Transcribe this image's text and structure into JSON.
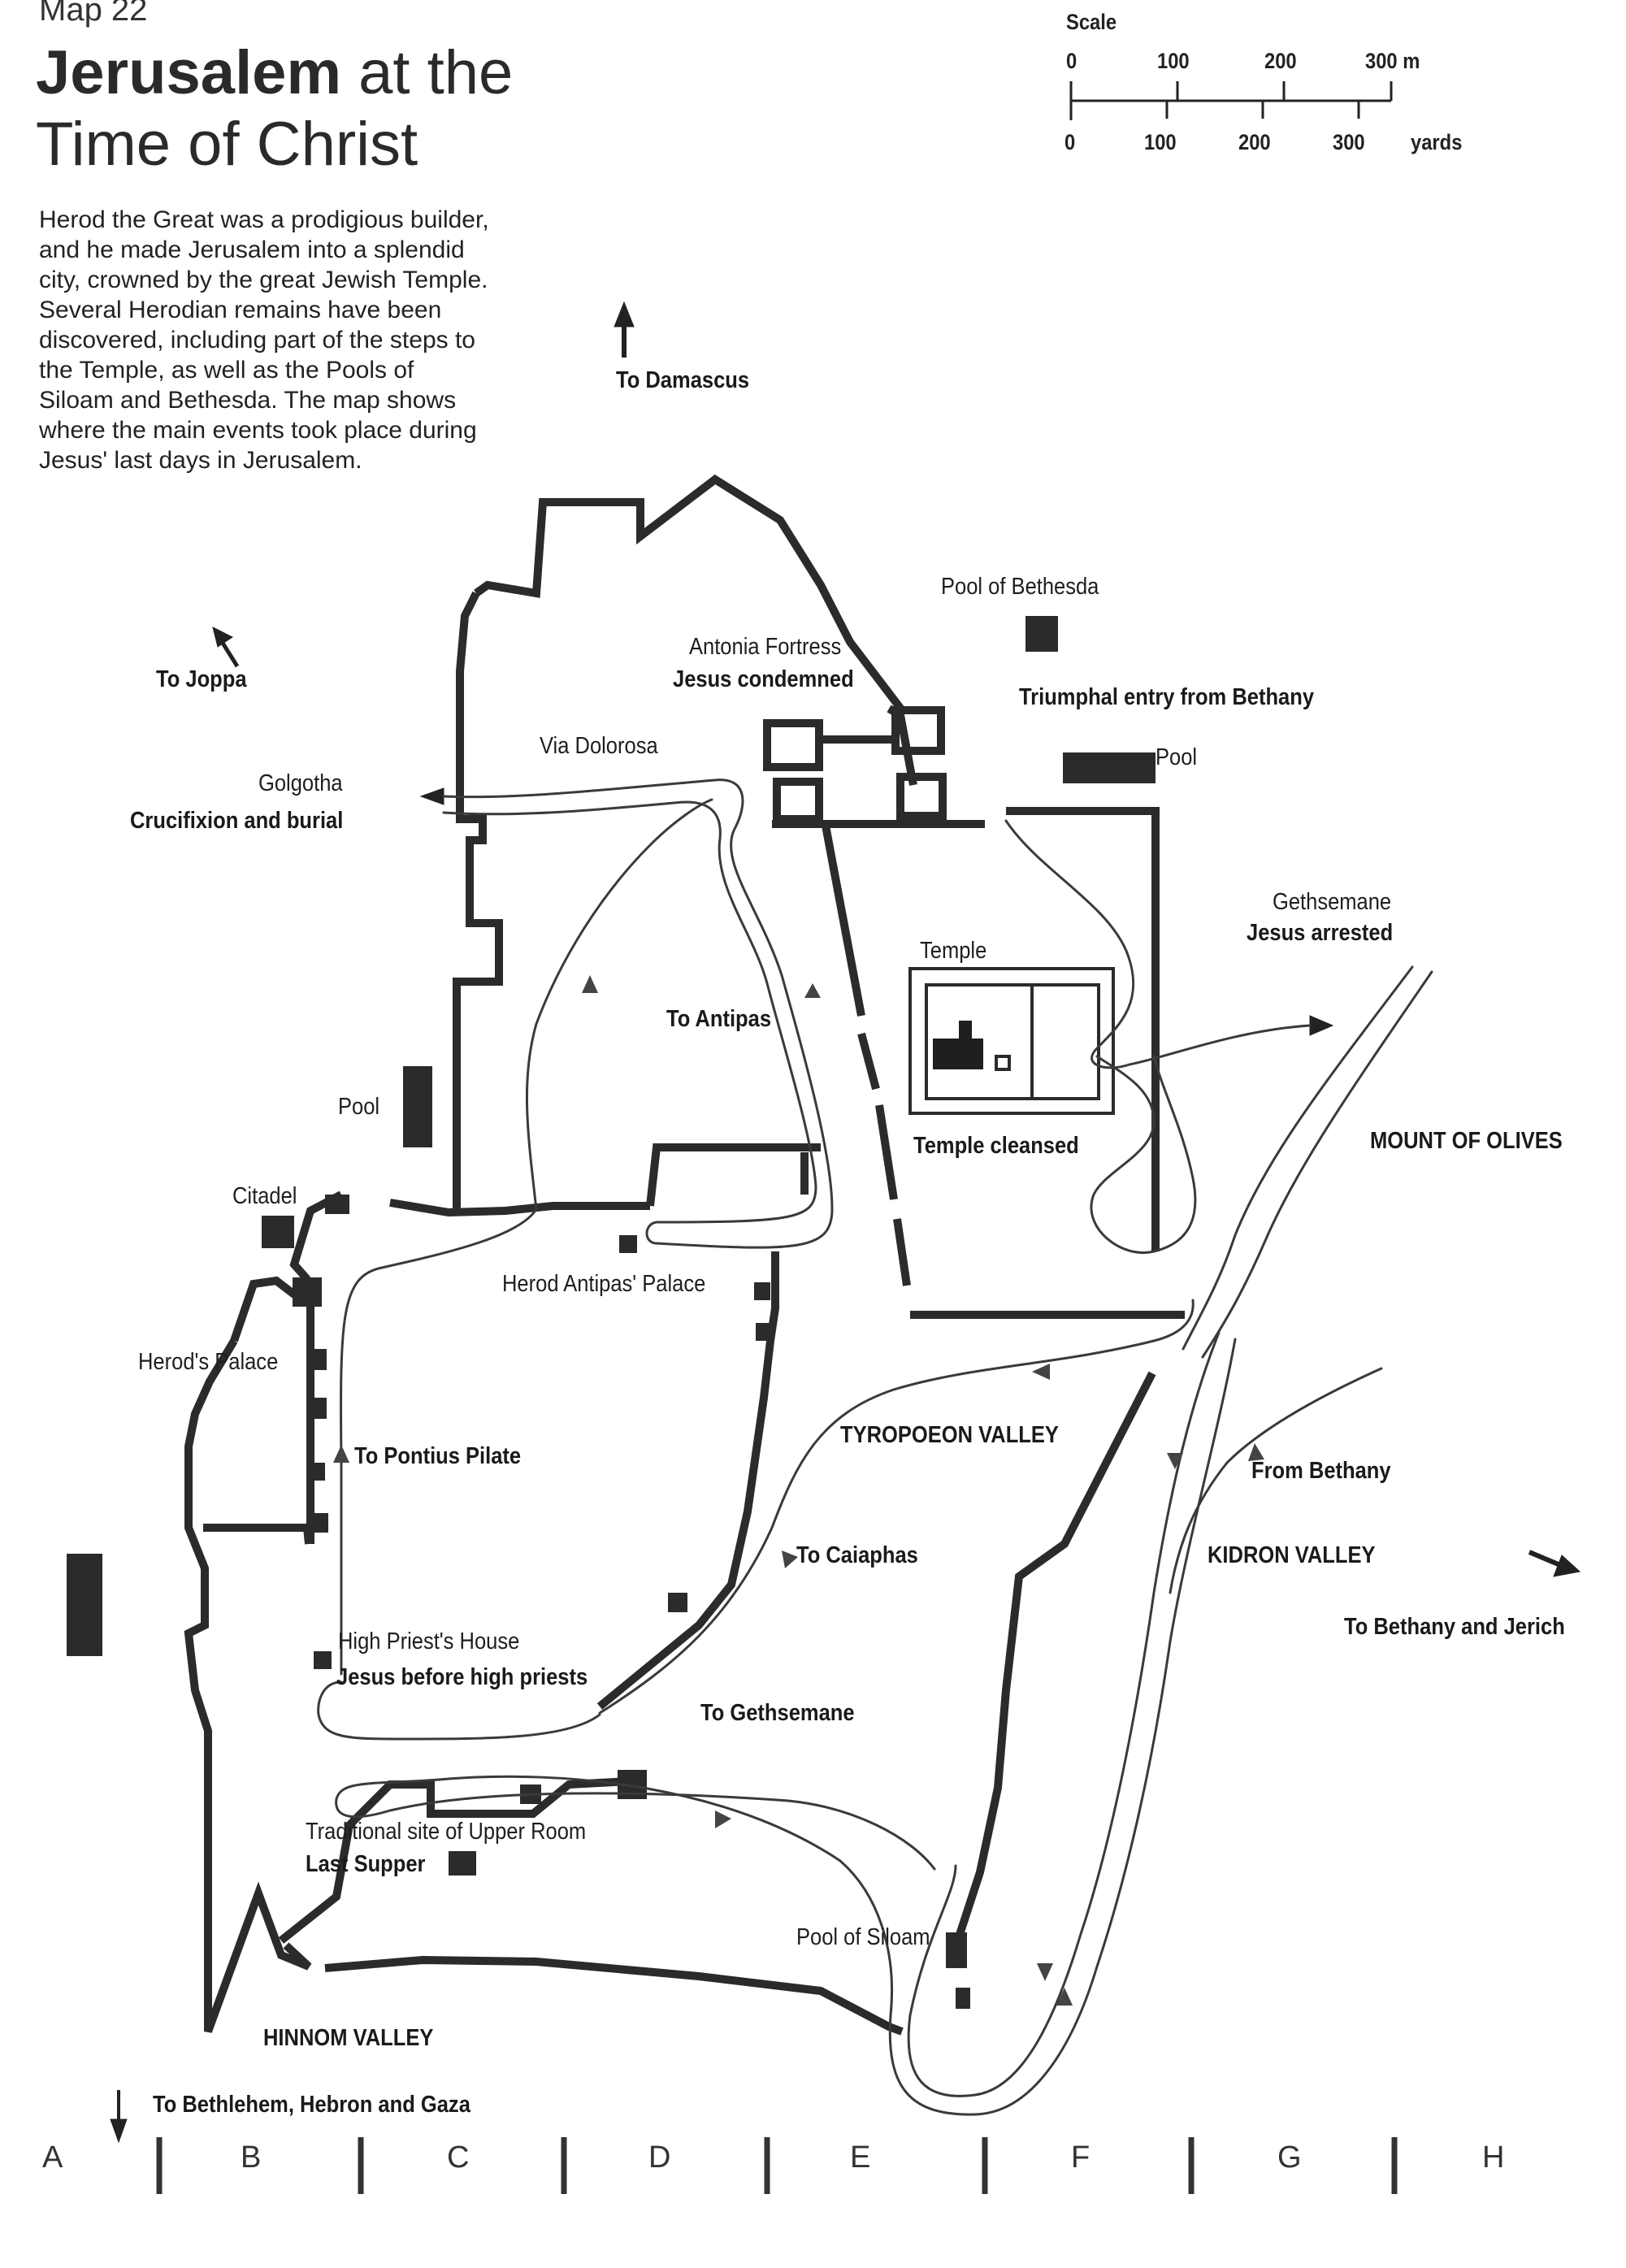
{
  "header": {
    "map_number": "Map 22",
    "title_bold": "Jerusalem",
    "title_rest_line1": " at the",
    "title_line2": "Time of Christ",
    "intro": "Herod the Great was a prodigious builder, and he made Jerusalem into a splendid city, crowned by the great Jewish Temple. Several Herodian remains have been discovered, including part of the steps to the Temple, as well as the Pools of Siloam and Bethesda. The map shows where the main events took place during Jesus' last days in Jerusalem."
  },
  "scale": {
    "title": "Scale",
    "meters": [
      "0",
      "100",
      "200",
      "300 m"
    ],
    "yards": [
      "0",
      "100",
      "200",
      "300"
    ],
    "yards_unit": "yards"
  },
  "labels": {
    "to_damascus": "To Damascus",
    "to_joppa": "To Joppa",
    "pool_of_bethesda": "Pool of Bethesda",
    "antonia_fortress": "Antonia Fortress",
    "jesus_condemned": "Jesus condemned",
    "triumphal_entry": "Triumphal entry from Bethany",
    "pool_east": "Pool",
    "via_dolorosa": "Via Dolorosa",
    "golgotha": "Golgotha",
    "crucifixion": "Crucifixion and burial",
    "gethsemane": "Gethsemane",
    "jesus_arrested": "Jesus arrested",
    "temple": "Temple",
    "to_antipas": "To Antipas",
    "temple_cleansed": "Temple cleansed",
    "mount_of_olives": "MOUNT OF OLIVES",
    "pool_west": "Pool",
    "citadel": "Citadel",
    "herod_antipas_palace": "Herod Antipas' Palace",
    "herods_palace": "Herod's Palace",
    "tyropoeon_valley": "TYROPOEON VALLEY",
    "to_pontius_pilate": "To Pontius Pilate",
    "from_bethany": "From Bethany",
    "to_caiaphas": "To Caiaphas",
    "kidron_valley": "KIDRON VALLEY",
    "to_bethany_jericho": "To Bethany and Jerich",
    "high_priests_house": "High Priest's House",
    "jesus_before_priests": "Jesus before high priests",
    "to_gethsemane": "To Gethsemane",
    "upper_room": "Traditional site of Upper Room",
    "last_supper": "Last Supper",
    "pool_of_siloam": "Pool of Siloam",
    "hinnom_valley": "HINNOM VALLEY",
    "to_bethlehem": "To Bethlehem, Hebron and Gaza"
  },
  "grid_columns": [
    "A",
    "B",
    "C",
    "D",
    "E",
    "F",
    "G",
    "H"
  ],
  "colors": {
    "ink": "#1a1a1a",
    "wall": "#2b2b2b",
    "route": "#3a3a3a",
    "paper": "#ffffff"
  }
}
